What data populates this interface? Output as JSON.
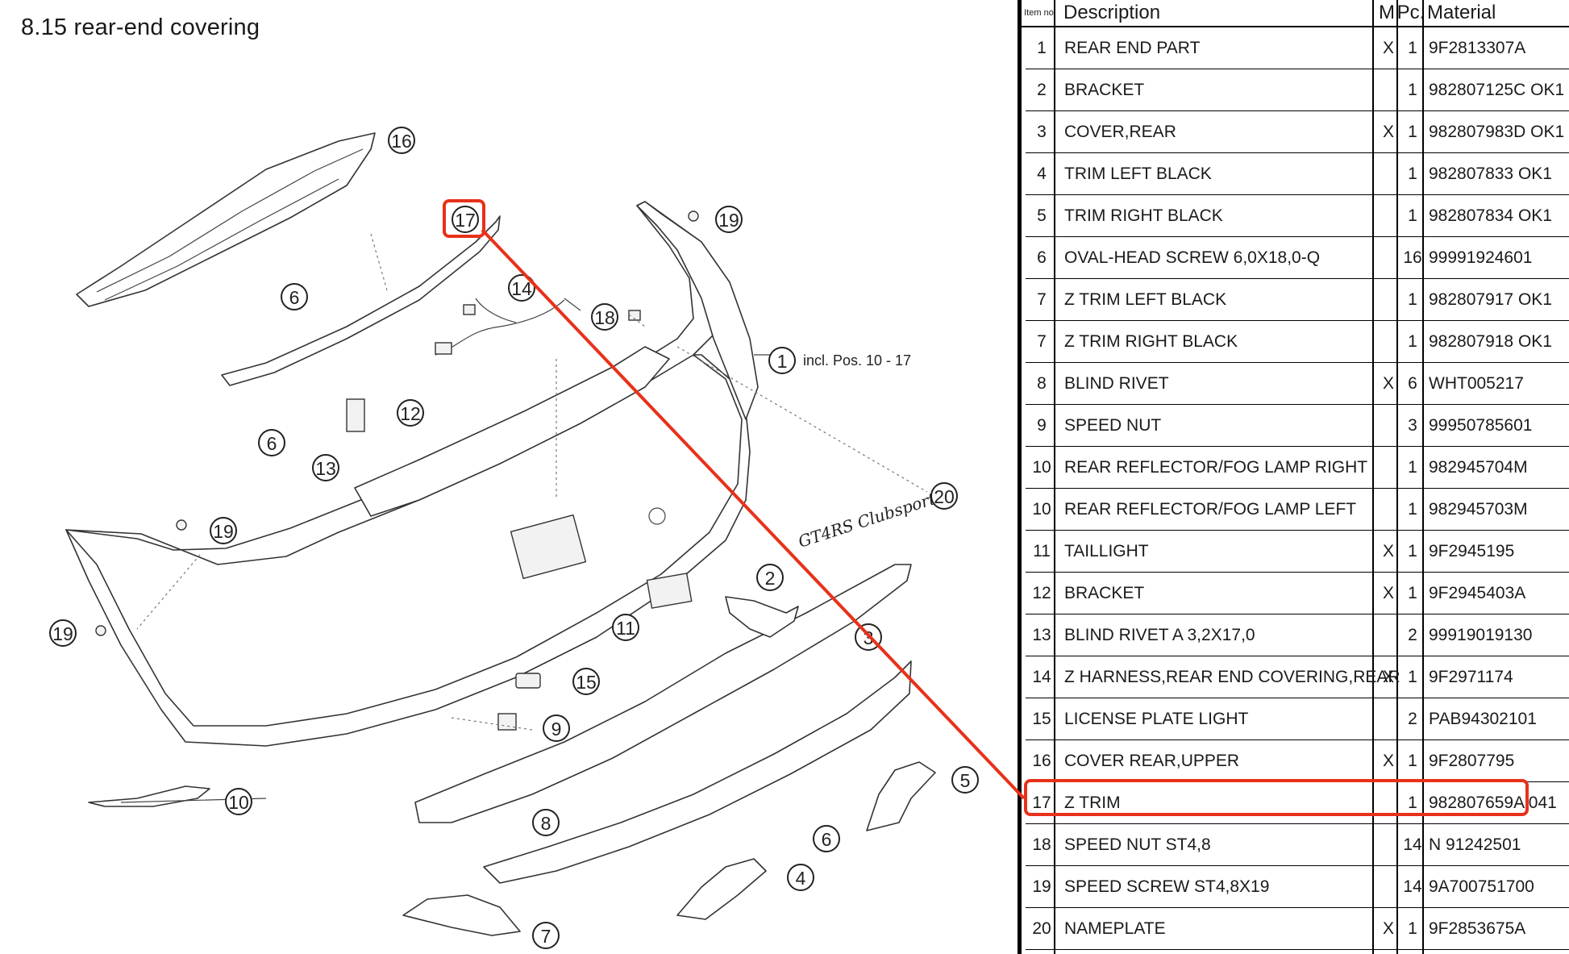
{
  "page": {
    "title": "8.15  rear-end covering"
  },
  "diagram": {
    "callouts": [
      {
        "num": "16"
      },
      {
        "num": "17"
      },
      {
        "num": "19"
      },
      {
        "num": "6"
      },
      {
        "num": "14"
      },
      {
        "num": "18"
      },
      {
        "num": "1"
      },
      {
        "num": "12"
      },
      {
        "num": "6"
      },
      {
        "num": "13"
      },
      {
        "num": "20"
      },
      {
        "num": "19"
      },
      {
        "num": "2"
      },
      {
        "num": "11"
      },
      {
        "num": "3"
      },
      {
        "num": "19"
      },
      {
        "num": "15"
      },
      {
        "num": "9"
      },
      {
        "num": "5"
      },
      {
        "num": "10"
      },
      {
        "num": "8"
      },
      {
        "num": "6"
      },
      {
        "num": "4"
      },
      {
        "num": "7"
      }
    ],
    "incl_note": "incl. Pos. 10 - 17",
    "nameplate_text": "GT4RS Clubsport"
  },
  "table": {
    "headers": {
      "item": "Item no.",
      "desc": "Description",
      "m": "M",
      "pc": "Pc.",
      "mat": "Material"
    },
    "rows": [
      {
        "item": "1",
        "desc": "REAR END PART",
        "m": "X",
        "pc": "1",
        "mat": "9F2813307A"
      },
      {
        "item": "2",
        "desc": "BRACKET",
        "m": "",
        "pc": "1",
        "mat": "982807125C OK1"
      },
      {
        "item": "3",
        "desc": "COVER,REAR",
        "m": "X",
        "pc": "1",
        "mat": "982807983D OK1"
      },
      {
        "item": "4",
        "desc": "TRIM LEFT BLACK",
        "m": "",
        "pc": "1",
        "mat": "982807833 OK1"
      },
      {
        "item": "5",
        "desc": "TRIM RIGHT BLACK",
        "m": "",
        "pc": "1",
        "mat": "982807834 OK1"
      },
      {
        "item": "6",
        "desc": "OVAL-HEAD SCREW 6,0X18,0-Q",
        "m": "",
        "pc": "16",
        "mat": "99991924601"
      },
      {
        "item": "7",
        "desc": "Z TRIM LEFT BLACK",
        "m": "",
        "pc": "1",
        "mat": "982807917 OK1"
      },
      {
        "item": "7",
        "desc": "Z TRIM RIGHT BLACK",
        "m": "",
        "pc": "1",
        "mat": "982807918 OK1"
      },
      {
        "item": "8",
        "desc": "BLIND RIVET",
        "m": "X",
        "pc": "6",
        "mat": "WHT005217"
      },
      {
        "item": "9",
        "desc": "SPEED NUT",
        "m": "",
        "pc": "3",
        "mat": "99950785601"
      },
      {
        "item": "10",
        "desc": "REAR REFLECTOR/FOG LAMP RIGHT",
        "m": "",
        "pc": "1",
        "mat": "982945704M"
      },
      {
        "item": "10",
        "desc": "REAR REFLECTOR/FOG LAMP LEFT",
        "m": "",
        "pc": "1",
        "mat": "982945703M"
      },
      {
        "item": "11",
        "desc": "TAILLIGHT",
        "m": "X",
        "pc": "1",
        "mat": "9F2945195"
      },
      {
        "item": "12",
        "desc": "BRACKET",
        "m": "X",
        "pc": "1",
        "mat": "9F2945403A"
      },
      {
        "item": "13",
        "desc": "BLIND RIVET A 3,2X17,0",
        "m": "",
        "pc": "2",
        "mat": "99919019130"
      },
      {
        "item": "14",
        "desc": "Z HARNESS,REAR END COVERING,REAR",
        "m": "X",
        "pc": "1",
        "mat": "9F2971174"
      },
      {
        "item": "15",
        "desc": "LICENSE PLATE LIGHT",
        "m": "",
        "pc": "2",
        "mat": "PAB94302101"
      },
      {
        "item": "16",
        "desc": "COVER REAR,UPPER",
        "m": "X",
        "pc": "1",
        "mat": "9F2807795"
      },
      {
        "item": "17",
        "desc": "Z TRIM",
        "m": "",
        "pc": "1",
        "mat": "982807659A 041"
      },
      {
        "item": "18",
        "desc": "SPEED NUT ST4,8",
        "m": "",
        "pc": "14",
        "mat": "N 91242501"
      },
      {
        "item": "19",
        "desc": "SPEED SCREW ST4,8X19",
        "m": "",
        "pc": "14",
        "mat": "9A700751700"
      },
      {
        "item": "20",
        "desc": "NAMEPLATE",
        "m": "X",
        "pc": "1",
        "mat": "9F2853675A"
      }
    ]
  },
  "colors": {
    "highlight": "#e8311a",
    "line": "#000000"
  }
}
